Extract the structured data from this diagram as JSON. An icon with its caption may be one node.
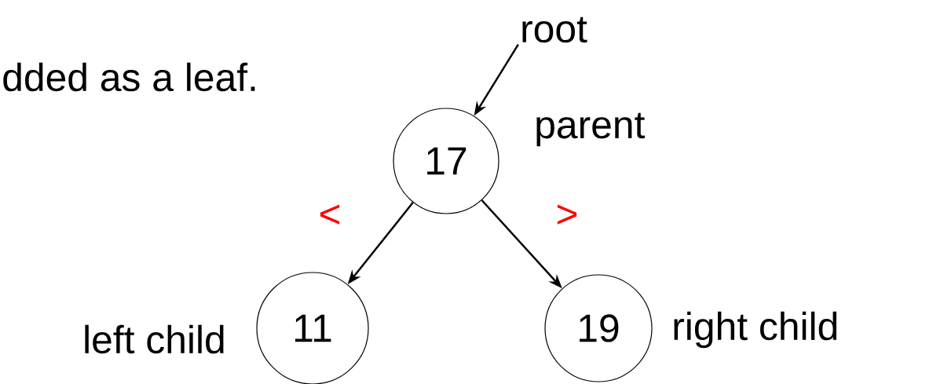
{
  "diagram": {
    "nodes": [
      {
        "text": [
          "root"
        ]
      },
      {
        "text": [
          "17"
        ],
        "beside": [
          "parent"
        ]
      },
      {
        "text": [
          "11"
        ],
        "beside": [
          "left child"
        ]
      },
      {
        "text": [
          "19"
        ],
        "beside": [
          "right child"
        ]
      }
    ],
    "edges": [
      {
        "from": 0,
        "to": 1,
        "arrow": "to"
      },
      {
        "from": 1,
        "to": 2,
        "arrow": "to"
      },
      {
        "from": 1,
        "to": 3,
        "arrow": "to"
      }
    ],
    "labels": [
      "dded as a leaf.",
      "<",
      ">"
    ]
  }
}
